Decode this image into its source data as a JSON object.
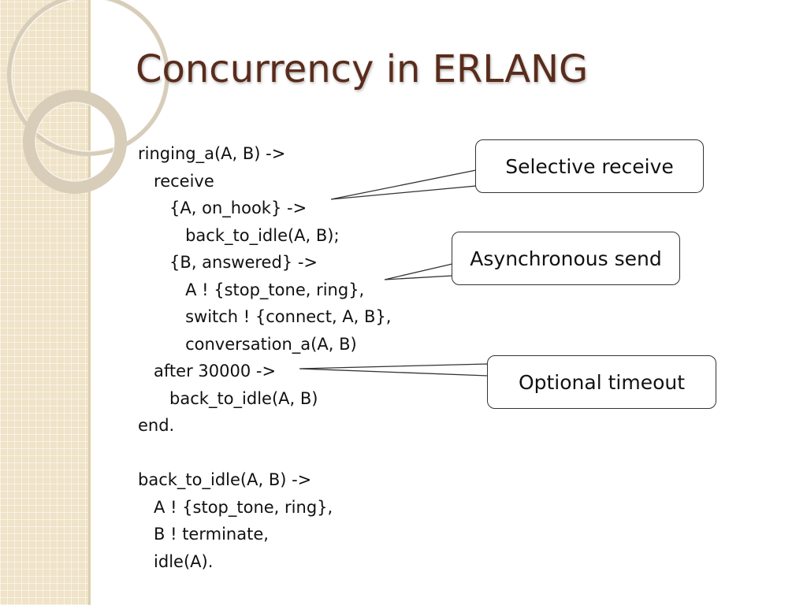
{
  "slide": {
    "title": "Concurrency in ERLANG",
    "code_lines": [
      "ringing_a(A, B) ->",
      "   receive",
      "      {A, on_hook} ->",
      "         back_to_idle(A, B);",
      "      {B, answered} ->",
      "         A ! {stop_tone, ring},",
      "         switch ! {connect, A, B},",
      "         conversation_a(A, B)",
      "   after 30000 ->",
      "      back_to_idle(A, B)",
      "end.",
      "",
      "back_to_idle(A, B) ->",
      "   A ! {stop_tone, ring},",
      "   B ! terminate,",
      "   idle(A)."
    ],
    "callouts": {
      "selective_receive": "Selective receive",
      "asynchronous_send": "Asynchronous send",
      "optional_timeout": "Optional timeout"
    }
  },
  "theme": {
    "title_color": "#5a2c1c",
    "sidebar_color": "#efe3c8",
    "text_color": "#111111"
  }
}
